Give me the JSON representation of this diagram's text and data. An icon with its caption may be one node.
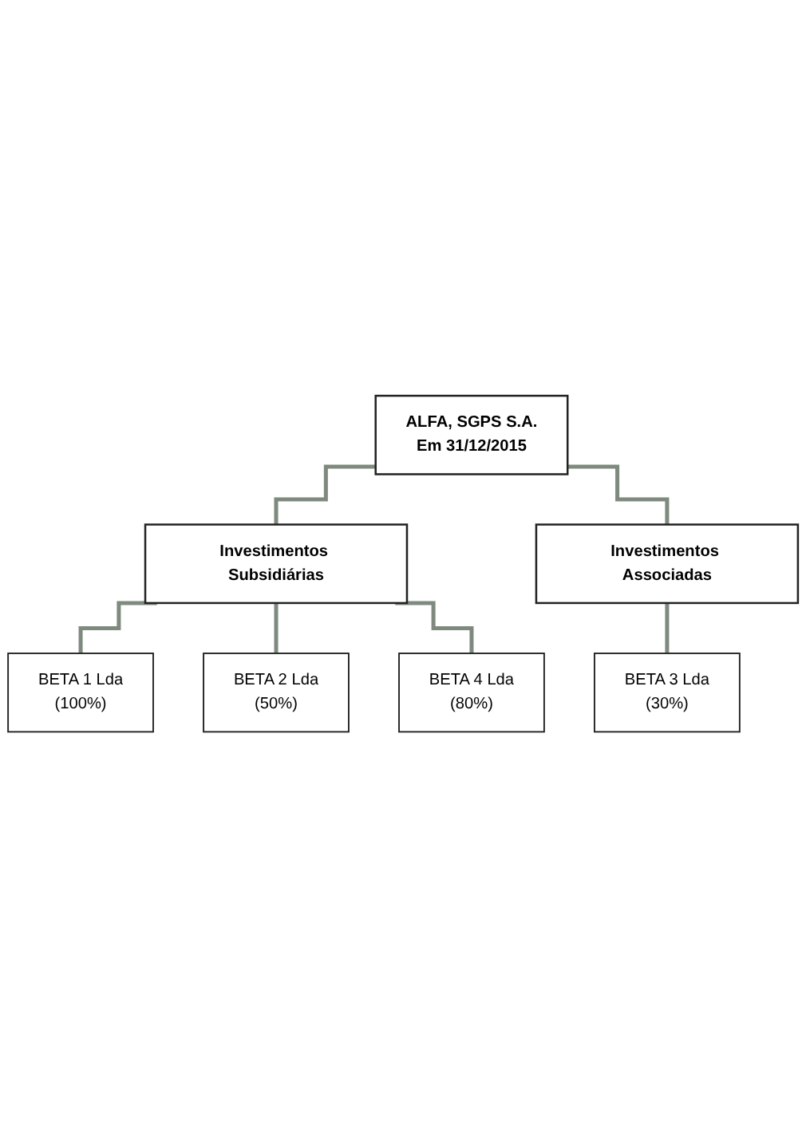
{
  "diagram": {
    "nodes": [
      {
        "text": [
          "ALFA, SGPS S.A.",
          "Em 31/12/2015"
        ]
      },
      {
        "text": [
          "Investimentos Subsidiárias"
        ]
      },
      {
        "text": [
          "Investimentos Associadas"
        ]
      },
      {
        "text": [
          "BETA 1 Lda",
          "(100%)"
        ]
      },
      {
        "text": [
          "BETA 2 Lda",
          "(50%)"
        ]
      },
      {
        "text": [
          "BETA 4 Lda",
          "(80%)"
        ]
      },
      {
        "text": [
          "BETA 3 Lda",
          "(30%)"
        ]
      }
    ],
    "edges": [
      {
        "from": 0,
        "to": 1,
        "arrow": "none"
      },
      {
        "from": 0,
        "to": 2,
        "arrow": "none"
      },
      {
        "from": 1,
        "to": 3,
        "arrow": "none"
      },
      {
        "from": 1,
        "to": 4,
        "arrow": "none"
      },
      {
        "from": 1,
        "to": 5,
        "arrow": "none"
      },
      {
        "from": 2,
        "to": 6,
        "arrow": "none"
      }
    ]
  }
}
